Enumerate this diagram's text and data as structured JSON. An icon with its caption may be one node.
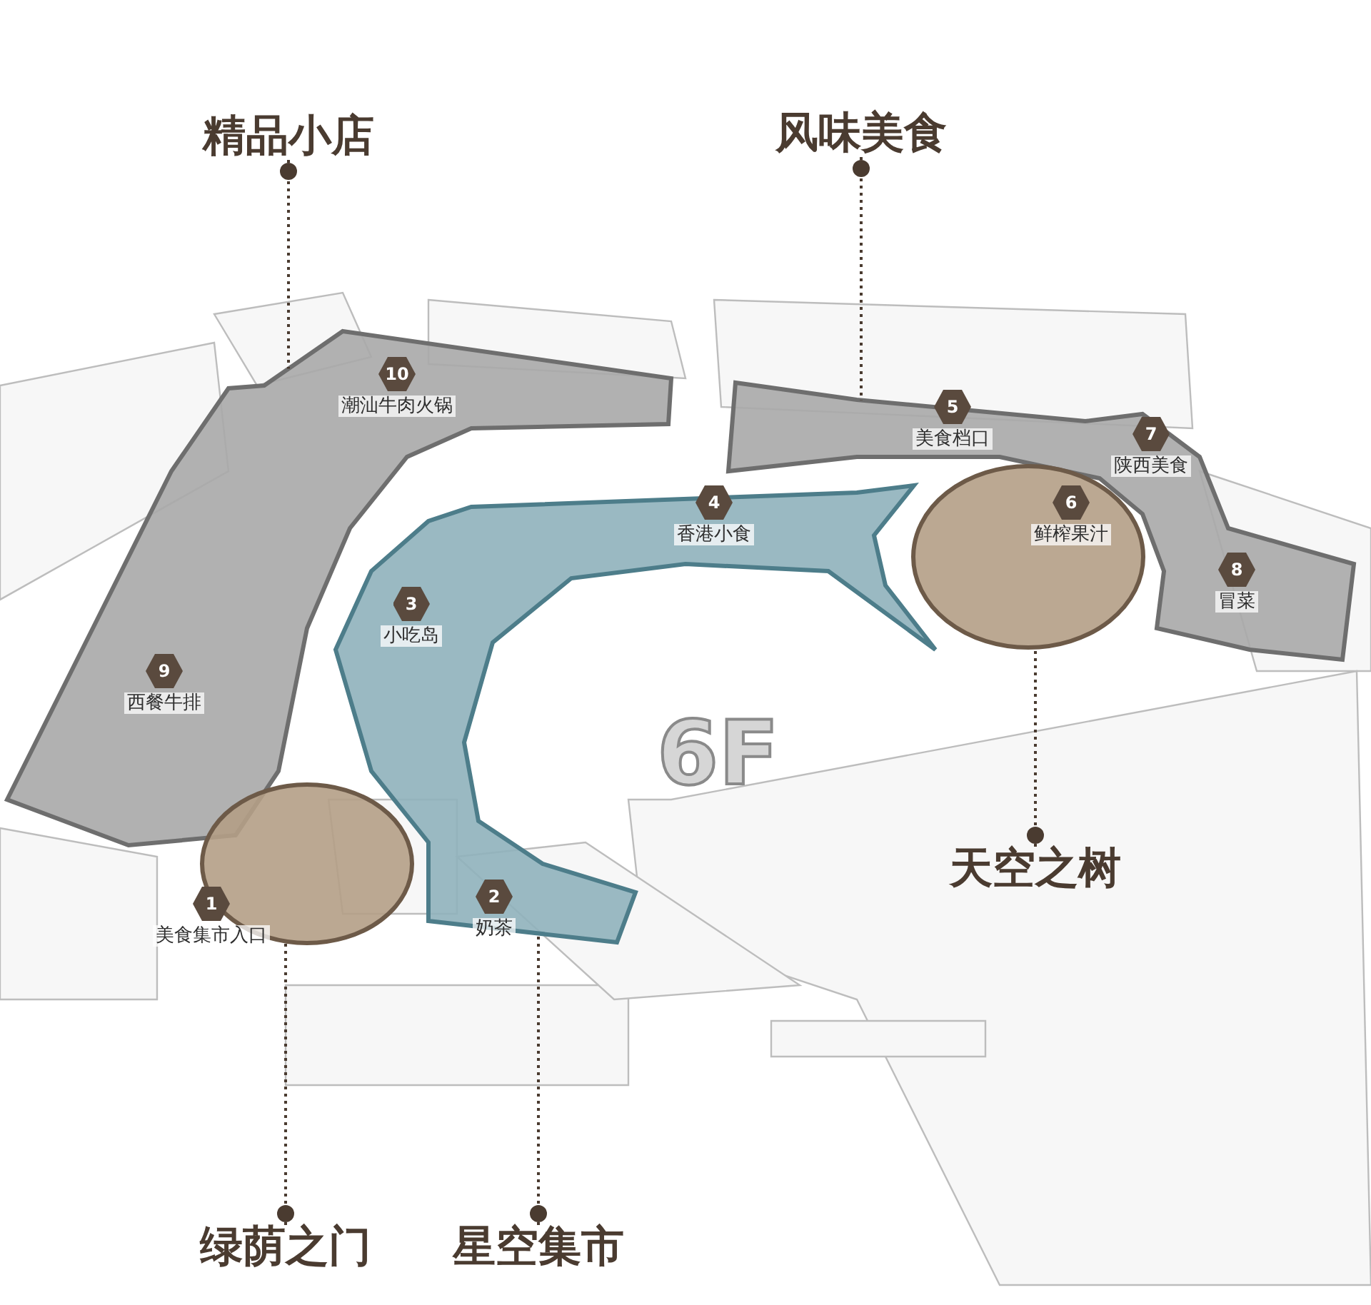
{
  "diagram": {
    "nodes": [
      {
        "text": [
          "精品小店"
        ]
      },
      {
        "text": [
          "风味美食"
        ]
      },
      {
        "text": [],
        "shape": "box"
      },
      {
        "text": [
          "10",
          "潮汕牛肉火锅"
        ],
        "in": 2
      },
      {
        "text": [],
        "shape": "box"
      },
      {
        "text": [
          "5",
          "美食档口"
        ],
        "in": 4
      },
      {
        "text": [
          "7",
          "陕西美食"
        ],
        "in": 4
      },
      {
        "text": [],
        "shape": "circle"
      },
      {
        "text": [
          "6",
          "鲜榨果汁"
        ],
        "in": 7
      },
      {
        "text": [],
        "shape": "box"
      },
      {
        "text": [
          "4",
          "香港小食"
        ],
        "in": 9
      },
      {
        "text": [
          "3",
          "小吃岛"
        ],
        "in": 9
      },
      {
        "text": [
          "8",
          "冒菜"
        ],
        "in": 4
      },
      {
        "text": [
          "9",
          "西餐牛排"
        ],
        "in": 2
      },
      {
        "text": [
          "天空之树"
        ]
      },
      {
        "text": [],
        "shape": "circle"
      },
      {
        "text": [
          "1",
          "美食集市入口"
        ]
      },
      {
        "text": [
          "2",
          "奶茶"
        ],
        "in": 9
      },
      {
        "text": [
          "绿荫之门"
        ]
      },
      {
        "text": [
          "星空集市"
        ]
      }
    ],
    "edges": [
      {
        "from": 0,
        "to": 2,
        "arrow": "other"
      },
      {
        "from": 1,
        "to": 4,
        "arrow": "other"
      },
      {
        "from": 14,
        "to": 7,
        "arrow": "other"
      },
      {
        "from": 18,
        "to": 15,
        "arrow": "other"
      },
      {
        "from": 19,
        "to": 9,
        "arrow": "other"
      }
    ],
    "labels": [
      "6F"
    ]
  }
}
